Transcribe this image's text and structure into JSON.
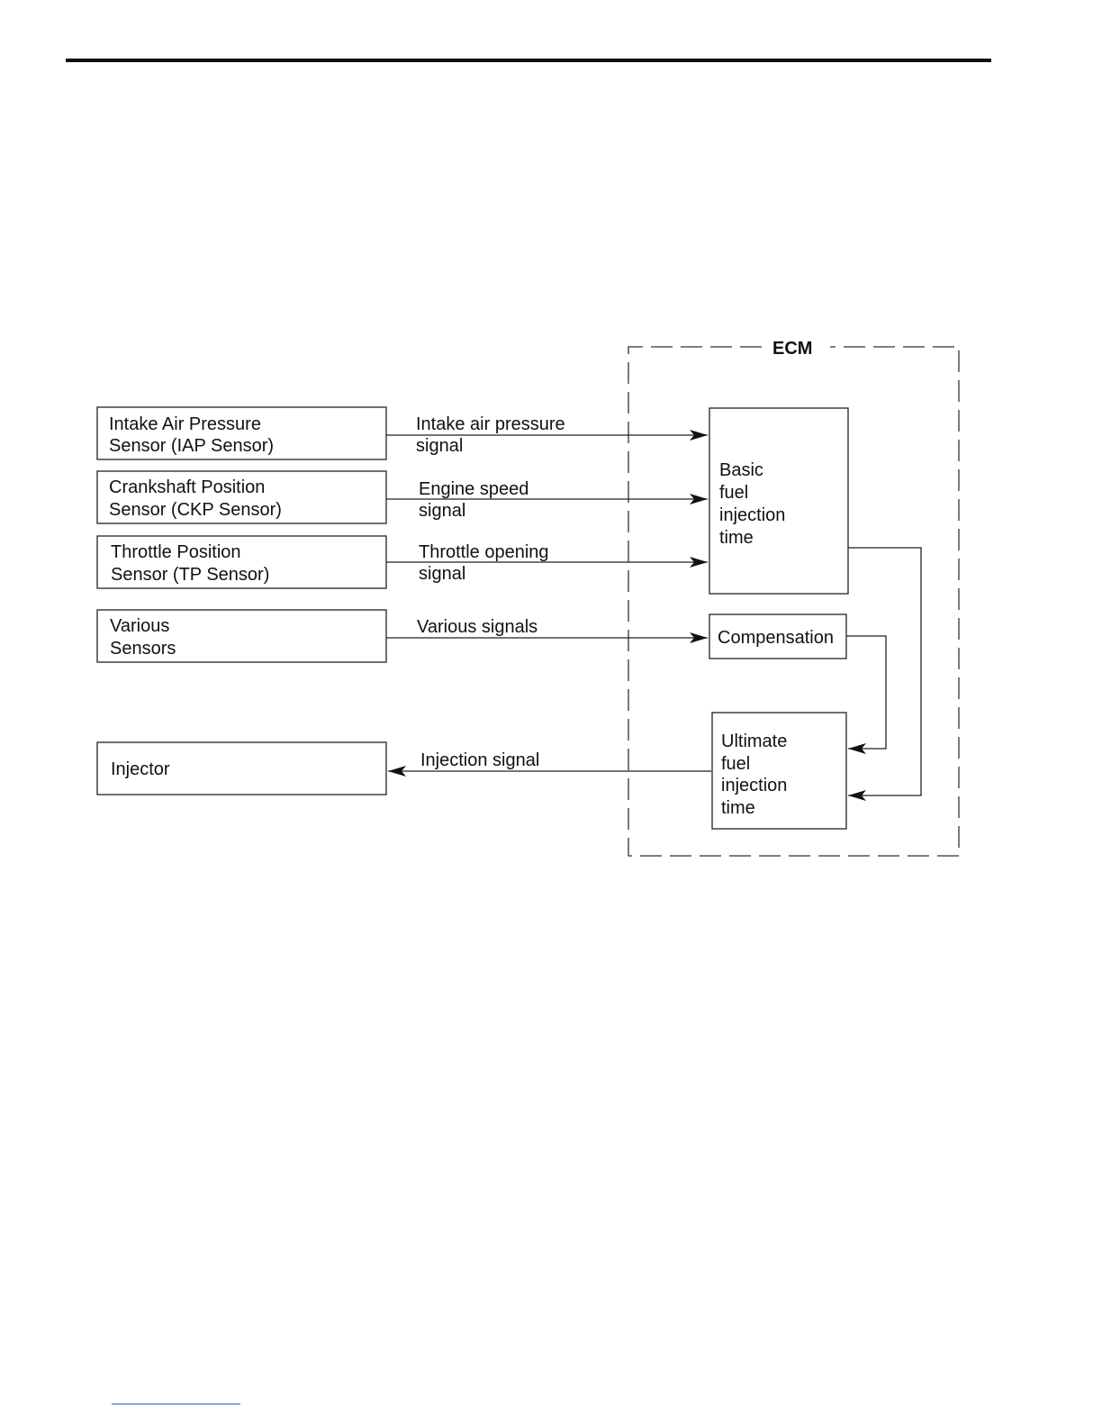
{
  "diagram": {
    "ecm_label": "ECM",
    "inputs": [
      {
        "line1": "Intake Air Pressure",
        "line2": "Sensor (IAP Sensor)"
      },
      {
        "line1": "Crankshaft Position",
        "line2": "Sensor (CKP Sensor)"
      },
      {
        "line1": "Throttle Position",
        "line2": "Sensor (TP Sensor)"
      },
      {
        "line1": "Various",
        "line2": "Sensors"
      }
    ],
    "injector": "Injector",
    "signals": [
      {
        "line1": "Intake air pressure",
        "line2": "signal"
      },
      {
        "line1": "Engine speed",
        "line2": "signal"
      },
      {
        "line1": "Throttle opening",
        "line2": "signal"
      },
      {
        "line1": "Various signals",
        "line2": ""
      }
    ],
    "injection_signal": "Injection signal",
    "basic": [
      "Basic",
      "fuel",
      "injection",
      "time"
    ],
    "compensation": "Compensation",
    "ultimate": [
      "Ultimate",
      "fuel",
      "injection",
      "time"
    ]
  }
}
